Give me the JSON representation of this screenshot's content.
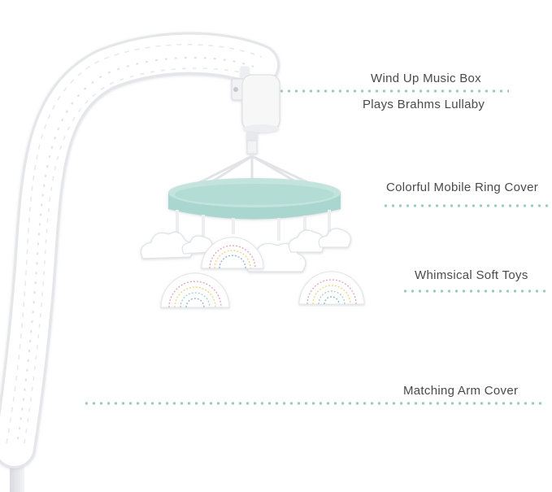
{
  "callouts": [
    {
      "id": "music-box",
      "lines": [
        "Wind Up Music Box",
        "Plays Brahms Lullaby"
      ]
    },
    {
      "id": "ring-cover",
      "lines": [
        "Colorful Mobile Ring Cover"
      ]
    },
    {
      "id": "soft-toys",
      "lines": [
        "Whimsical Soft Toys"
      ]
    },
    {
      "id": "arm-cover",
      "lines": [
        "Matching Arm Cover"
      ]
    }
  ],
  "colors": {
    "text": "#4a4a4a",
    "dots": "#9ccbc6",
    "ring": "#a9d6cf",
    "fabric": "#ffffff",
    "rainbow_stitch": [
      "#8fb7d9",
      "#e6a7b8",
      "#f0d48a",
      "#a7d3c7"
    ]
  },
  "illustration": {
    "subject": "baby crib mobile with white ruched arm cover, wind-up music box, mint ring, clouds and rainbows",
    "icons": [
      "arm-cover-icon",
      "music-box-icon",
      "mobile-ring-icon",
      "cloud-icon",
      "rainbow-icon"
    ]
  }
}
